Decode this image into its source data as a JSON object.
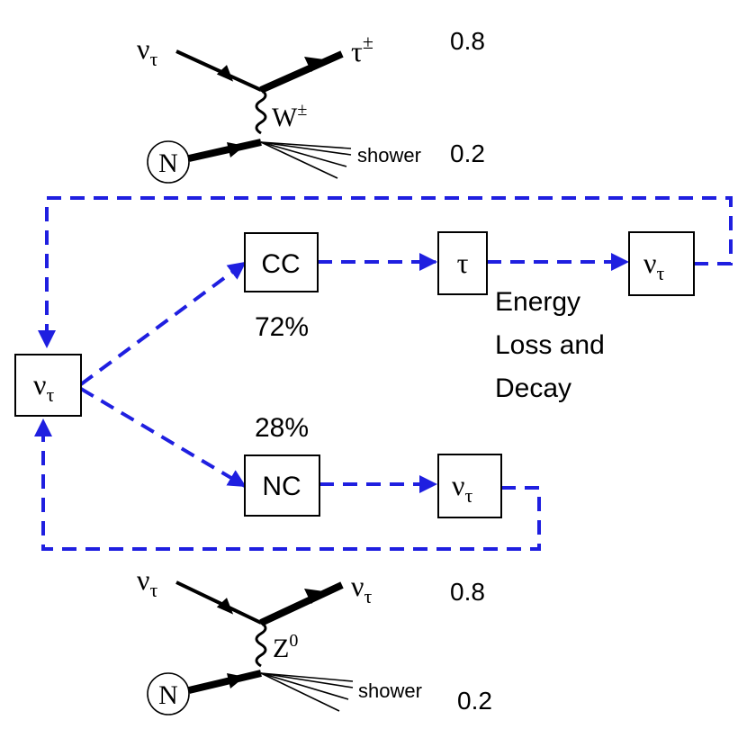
{
  "colors": {
    "flow": "#1f1fe0",
    "ink": "#000000"
  },
  "top_feynman": {
    "incoming": "ν",
    "incoming_sub": "τ",
    "outgoing": "τ",
    "outgoing_sup": "±",
    "boson": "W",
    "boson_sup": "±",
    "nucleon": "N",
    "shower": "shower",
    "fraction_lepton": "0.8",
    "fraction_shower": "0.2"
  },
  "flow": {
    "start": {
      "symbol": "ν",
      "sub": "τ"
    },
    "cc": {
      "label": "CC",
      "percent": "72%"
    },
    "nc": {
      "label": "NC",
      "percent": "28%"
    },
    "tau": {
      "symbol": "τ"
    },
    "cc_nu": {
      "symbol": "ν",
      "sub": "τ"
    },
    "nc_nu": {
      "symbol": "ν",
      "sub": "τ"
    },
    "energy_note": [
      "Energy",
      "Loss and",
      "Decay"
    ]
  },
  "bottom_feynman": {
    "incoming": "ν",
    "incoming_sub": "τ",
    "outgoing": "ν",
    "outgoing_sub": "τ",
    "boson": "Z",
    "boson_sup": "0",
    "nucleon": "N",
    "shower": "shower",
    "fraction_lepton": "0.8",
    "fraction_shower": "0.2"
  }
}
